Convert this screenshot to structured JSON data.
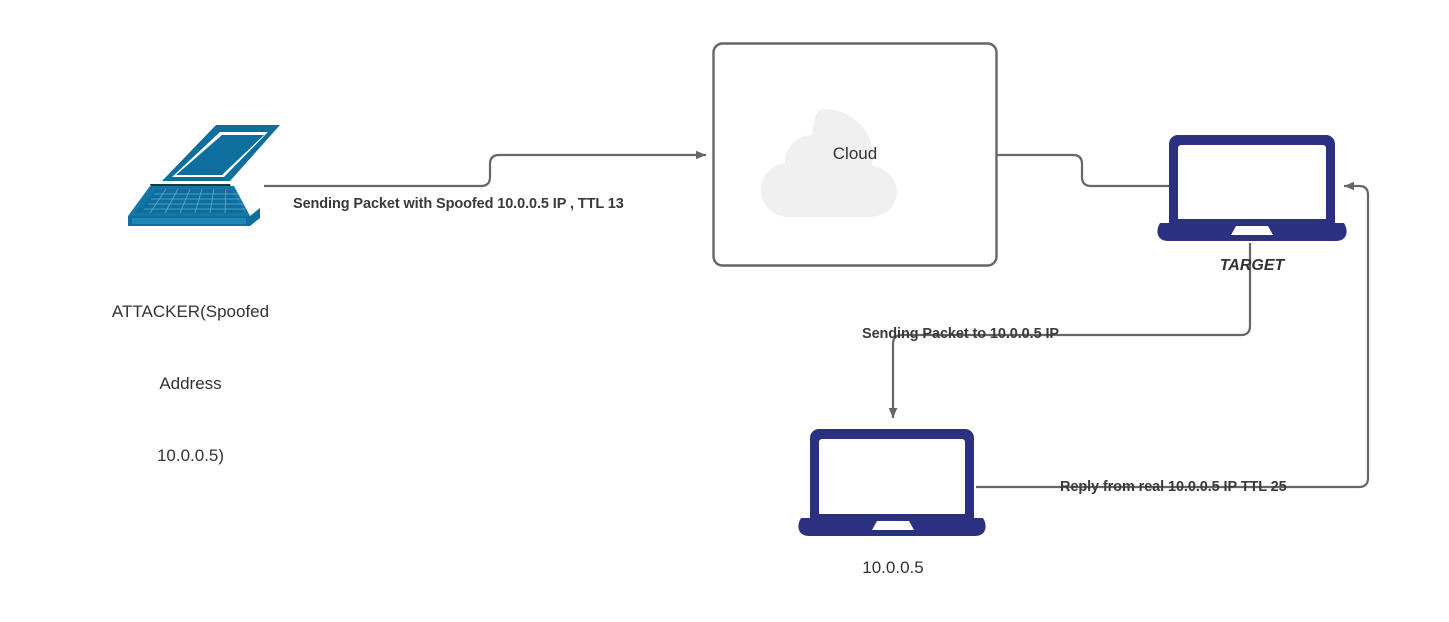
{
  "diagram": {
    "title": "IP Spoofing Attack Flow",
    "background_color": "#ffffff",
    "wire_color": "#666666",
    "attacker_color": "#0E6E9E",
    "host_color": "#2B3180",
    "cloud_fill": "#F0F0F0",
    "box_stroke": "#666666"
  },
  "nodes": {
    "attacker": {
      "icon": "laptop-isometric-icon",
      "label_line1": "ATTACKER(Spoofed",
      "label_line2": "Address",
      "label_line3": "10.0.0.5)"
    },
    "cloud": {
      "icon": "cloud-icon",
      "label": "Cloud"
    },
    "target": {
      "icon": "laptop-icon",
      "label": "TARGET"
    },
    "victim": {
      "icon": "laptop-icon",
      "label": "10.0.0.5"
    }
  },
  "edges": {
    "attacker_to_cloud": {
      "label": "Sending Packet with Spoofed 10.0.0.5 IP , TTL 13"
    },
    "cloud_to_target": {
      "label": ""
    },
    "target_to_victim": {
      "label": "Sending Packet to 10.0.0.5 IP"
    },
    "victim_to_target": {
      "label": "Reply from real 10.0.0.5 IP TTL 25"
    }
  }
}
